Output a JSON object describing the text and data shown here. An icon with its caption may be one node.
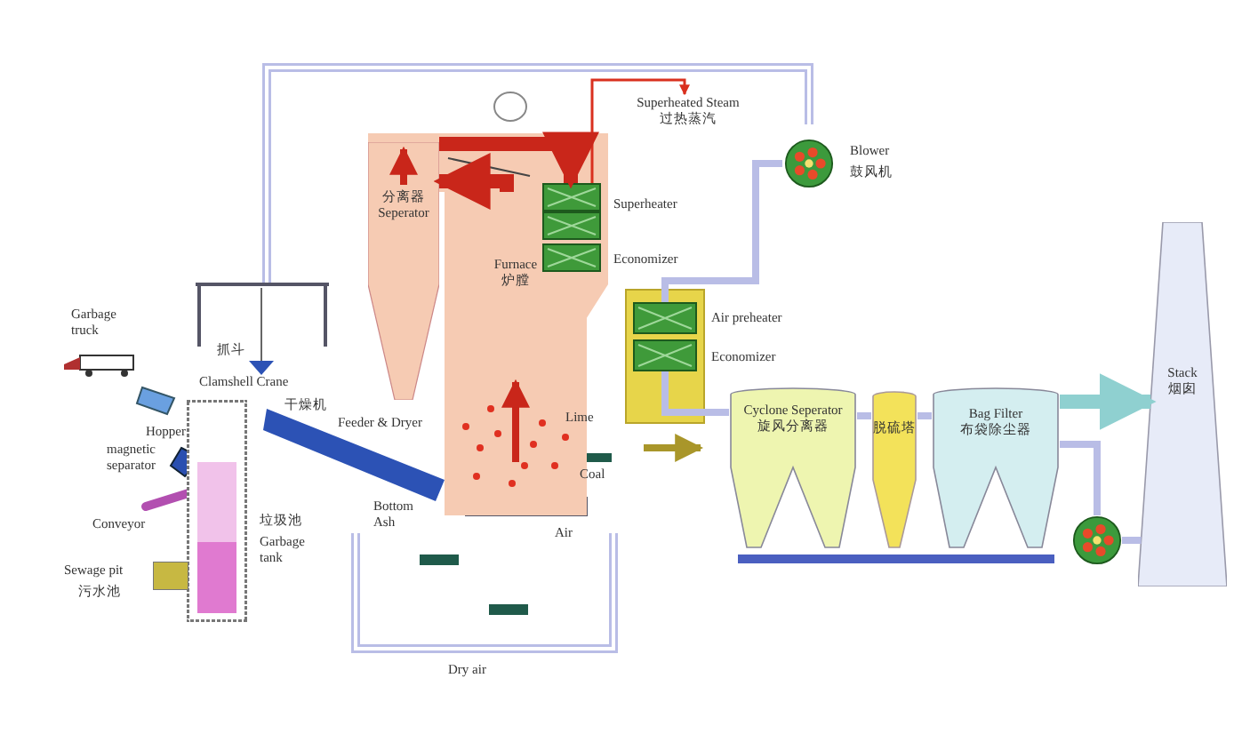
{
  "diagram": {
    "nodes": [
      {
        "text": [
          "Furnace",
          "炉膛"
        ]
      },
      {
        "text": [
          "分离器",
          "Seperator"
        ]
      },
      {
        "text": [
          "Cyclone Seperator",
          "旋风分离器"
        ]
      },
      {
        "text": [
          "脱硫塔"
        ]
      },
      {
        "text": [
          "Bag Filter",
          "布袋除尘器"
        ]
      },
      {
        "text": [
          "Stack",
          "烟囱"
        ]
      },
      {
        "text": [],
        "shape": "box",
        "beside": [
          "Superheater"
        ]
      },
      {
        "text": [],
        "shape": "box",
        "beside": [
          "Economizer"
        ]
      },
      {
        "text": [],
        "shape": "box",
        "beside": [
          "Air preheater"
        ]
      },
      {
        "text": [],
        "shape": "box",
        "beside": [
          "Economizer"
        ]
      },
      {
        "text": [],
        "shape": "circle",
        "beside": [
          "Blower",
          "鼓风机"
        ]
      },
      {
        "text": [],
        "shape": "circle"
      },
      {
        "text": [],
        "shape": "box",
        "beside": [
          "垃圾池",
          "Garbage tank"
        ]
      },
      {
        "text": [],
        "shape": "box",
        "beside": [
          "Sewage pit",
          "污水池"
        ]
      },
      {
        "text": [
          "Superheated Steam",
          "过热蒸汽"
        ]
      },
      {
        "text": [],
        "shape": "bar",
        "beside": [
          "Feeder & Dryer",
          "干燥机"
        ]
      }
    ],
    "edges": [
      {
        "from": 6,
        "to": 14,
        "arrow": "to",
        "color": "#d9301f"
      },
      {
        "from": 9,
        "to": 2,
        "arrow": "none"
      },
      {
        "from": 2,
        "to": 3,
        "arrow": "none"
      },
      {
        "from": 3,
        "to": 4,
        "arrow": "none"
      },
      {
        "from": 4,
        "to": 11,
        "arrow": "none"
      },
      {
        "from": 11,
        "to": 5,
        "arrow": "none"
      },
      {
        "from": 10,
        "to": 8,
        "arrow": "none"
      },
      {
        "from": 0,
        "to": 1,
        "arrow": "to",
        "style": "thick",
        "color": "#c9261a"
      },
      {
        "from": 1,
        "to": 6,
        "arrow": "to",
        "style": "thick",
        "color": "#c9261a"
      },
      {
        "from": 4,
        "to": 5,
        "arrow": "to",
        "style": "thick",
        "color": "#8fd0d0"
      }
    ],
    "labels": [
      "Garbage truck",
      "抓斗",
      "Clamshell Crane",
      "Hopper",
      "magnetic separator",
      "Lime",
      "Coal",
      "Conveyor",
      "Bottom Ash",
      "Air",
      "Dry air"
    ]
  }
}
